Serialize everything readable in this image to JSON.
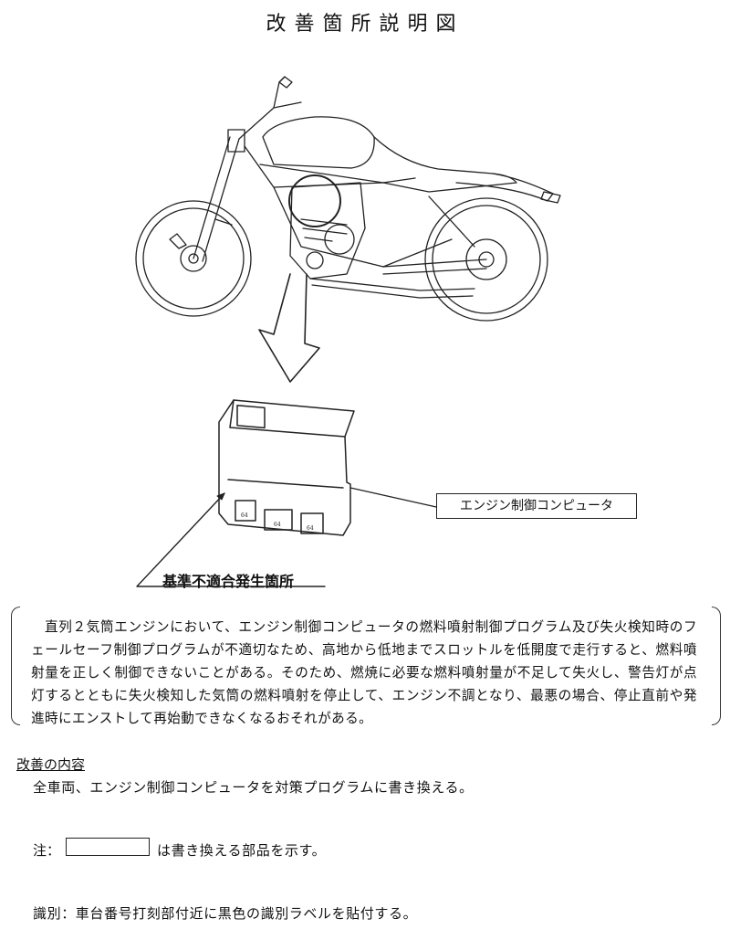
{
  "title": "改善箇所説明図",
  "ecu_label": "エンジン制御コンピュータ",
  "location_label": "基準不適合発生箇所",
  "connector_codes": [
    "64",
    "64",
    "64"
  ],
  "description": "直列２気筒エンジンにおいて、エンジン制御コンピュータの燃料噴射制御プログラム及び失火検知時のフェールセーフ制御プログラムが不適切なため、高地から低地までスロットルを低開度で走行すると、燃料噴射量を正しく制御できないことがある。そのため、燃焼に必要な燃料噴射量が不足して失火し、警告灯が点灯するとともに失火検知した気筒の燃料噴射を停止して、エンジン不調となり、最悪の場合、停止直前や発進時にエンストして再始動できなくなるおそれがある。",
  "improvement": {
    "heading": "改善の内容",
    "text": "全車両、エンジン制御コンピュータを対策プログラムに書き換える。"
  },
  "note": {
    "label": "注：",
    "text": "は書き換える部品を示す。"
  },
  "identification": "識別：車台番号打刻部付近に黒色の識別ラベルを貼付する。"
}
